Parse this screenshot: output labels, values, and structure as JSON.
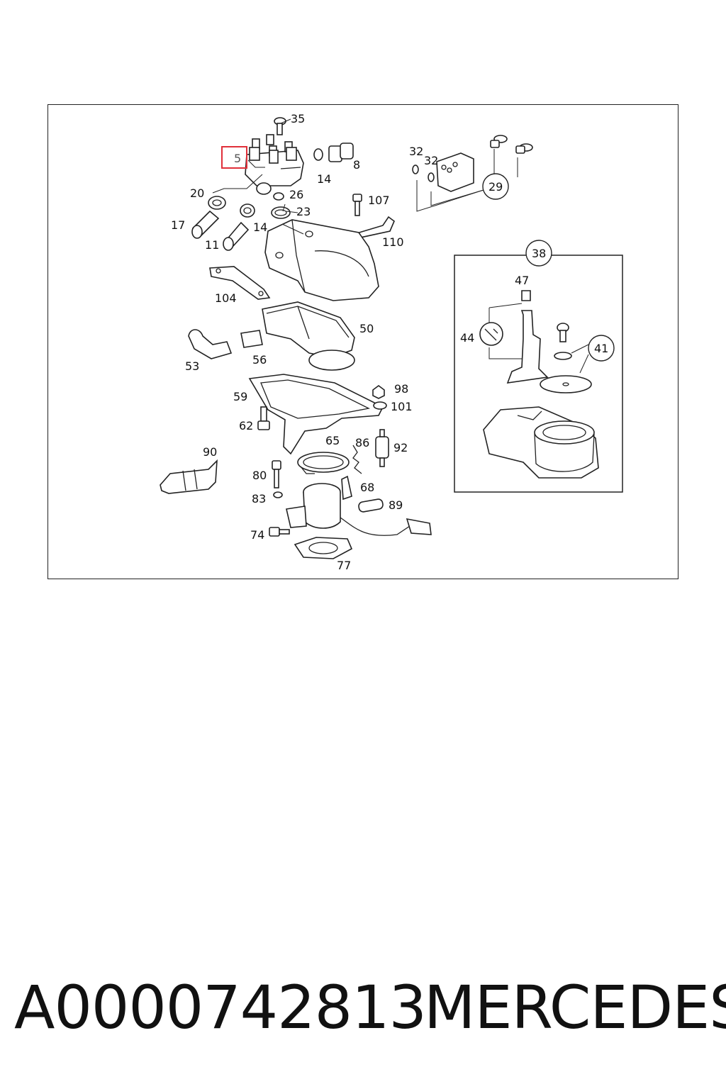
{
  "diagram": {
    "highlighted_part": "5",
    "highlight_color": "#e0303a",
    "callouts": {
      "p35": "35",
      "p5": "5",
      "p8": "8",
      "p14a": "14",
      "p20": "20",
      "p26": "26",
      "p23": "23",
      "p17": "17",
      "p14b": "14",
      "p11": "11",
      "p107": "107",
      "p110": "110",
      "p32a": "32",
      "p32b": "32",
      "p29": "29",
      "p104": "104",
      "p50": "50",
      "p53": "53",
      "p56": "56",
      "p59": "59",
      "p98": "98",
      "p101": "101",
      "p62": "62",
      "p65": "65",
      "p86": "86",
      "p92": "92",
      "p90": "90",
      "p80": "80",
      "p68": "68",
      "p83": "83",
      "p89": "89",
      "p74": "74",
      "p77": "77",
      "p38": "38",
      "p47": "47",
      "p44": "44",
      "p41": "41"
    }
  },
  "footer": {
    "part_number": "A0000742813",
    "brand": "MERCEDES"
  }
}
